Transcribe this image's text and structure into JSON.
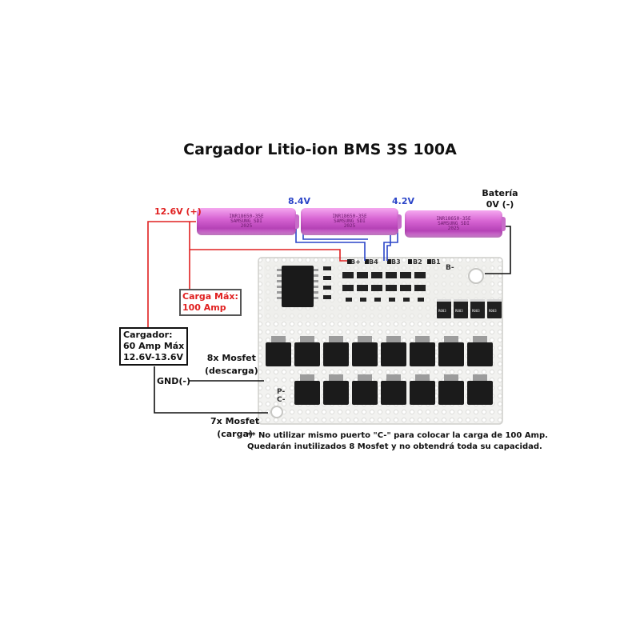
{
  "title": "Cargador Litio-ion BMS 3S 100A",
  "labels": {
    "v_plus": "12.6V (+)",
    "v_84": "8.4V",
    "v_42": "4.2V",
    "bateria": "Batería",
    "bateria_v": "0V (-)",
    "carga_max_1": "Carga Máx:",
    "carga_max_2": "100 Amp",
    "cargador_1": "Cargador:",
    "cargador_2": "60 Amp Máx",
    "cargador_3": "12.6V-13.6V",
    "gnd": "GND(-)",
    "mosfet8_1": "8x Mosfet",
    "mosfet8_2": "(descarga)",
    "mosfet7_1": "7x Mosfet",
    "mosfet7_2": "(carga)",
    "note_1": "** No utilizar mismo puerto \"C-\" para colocar la carga de 100 Amp.",
    "note_2": "Quedarán inutilizados 8 Mosfet y no obtendrá toda su capacidad."
  },
  "cell_text": {
    "line1": "INR18650-35E",
    "line2": "SAMSUNG SDI",
    "line3": "2025"
  },
  "pcb_labels": {
    "b_plus": "B+",
    "b4": "B4",
    "b3": "B3",
    "b2": "B2",
    "b1": "B1",
    "b_minus": "B-",
    "p_minus": "P-",
    "c_minus": "C-",
    "r003": "R003"
  },
  "colors": {
    "red_wire": "#e02020",
    "blue_wire": "#2b45c8",
    "black_wire": "#111111"
  }
}
